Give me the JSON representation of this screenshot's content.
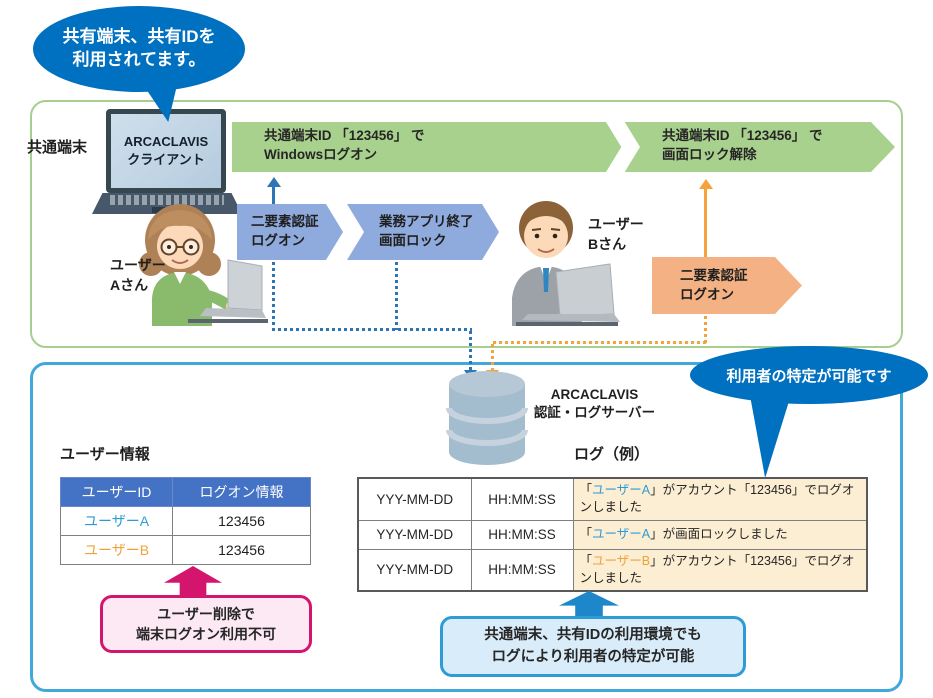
{
  "colors": {
    "bubble_blue": "#0070C0",
    "band_green": "#A9D18E",
    "step_arrow_blue": "#8FAADC",
    "step_arrow_orange": "#F4B183",
    "connector_blue": "#2E75B6",
    "connector_orange": "#F5A33C",
    "table_header_blue": "#4472C4",
    "user_a_text": "#2E9BD5",
    "user_b_text": "#F0A13C",
    "log_message_bg": "#FCEED3",
    "magenta_accent": "#D4156E",
    "callout_blue_border": "#2E9BD6",
    "top_box_border": "#A6CE8E",
    "bottom_box_border": "#41A8DC"
  },
  "top_bubble": {
    "line1": "共有端末、共有IDを",
    "line2": "利用されてます。"
  },
  "top_section": {
    "label": "共通端末",
    "laptop": {
      "line1": "ARCACLAVIS",
      "line2": "クライアント"
    },
    "band1": {
      "line1": "共通端末ID 「123456」 で",
      "line2": "Windowsログオン"
    },
    "band2": {
      "line1": "共通端末ID 「123456」 で",
      "line2": "画面ロック解除"
    },
    "step_a_login": {
      "line1": "二要素認証",
      "line2": "ログオン"
    },
    "step_a_lock": {
      "line1": "業務アプリ終了",
      "line2": "画面ロック"
    },
    "step_b_login": {
      "line1": "二要素認証",
      "line2": "ログオン"
    },
    "user_a_label": {
      "line1": "ユーザー",
      "line2": "Aさん"
    },
    "user_b_label": {
      "line1": "ユーザー",
      "line2": "Bさん"
    }
  },
  "bottom_section": {
    "server_label": {
      "line1": "ARCACLAVIS",
      "line2": "認証・ログサーバー"
    },
    "right_bubble": "利用者の特定が可能です",
    "user_table": {
      "title": "ユーザー情報",
      "headers": [
        "ユーザーID",
        "ログオン情報"
      ],
      "rows": [
        {
          "id": "ユーザーA",
          "id_color": "blue",
          "logon": "123456"
        },
        {
          "id": "ユーザーB",
          "id_color": "orange",
          "logon": "123456"
        }
      ]
    },
    "pink_callout": {
      "line1": "ユーザー削除で",
      "line2": "端末ログオン利用不可"
    },
    "log_table": {
      "title": "ログ（例）",
      "rows": [
        {
          "date": "YYY-MM-DD",
          "time": "HH:MM:SS",
          "message": [
            {
              "t": "「"
            },
            {
              "t": "ユーザーA",
              "c": "blue"
            },
            {
              "t": "」がアカウント「123456」でログオンしました"
            }
          ]
        },
        {
          "date": "YYY-MM-DD",
          "time": "HH:MM:SS",
          "message": [
            {
              "t": "「"
            },
            {
              "t": "ユーザーA",
              "c": "blue"
            },
            {
              "t": "」が画面ロックしました"
            }
          ]
        },
        {
          "date": "YYY-MM-DD",
          "time": "HH:MM:SS",
          "message": [
            {
              "t": "「"
            },
            {
              "t": "ユーザーB",
              "c": "orange"
            },
            {
              "t": "」がアカウント「123456」でログオンしました"
            }
          ]
        }
      ]
    },
    "blue_callout": {
      "line1": "共通端末、共有IDの利用環境でも",
      "line2": "ログにより利用者の特定が可能"
    }
  }
}
